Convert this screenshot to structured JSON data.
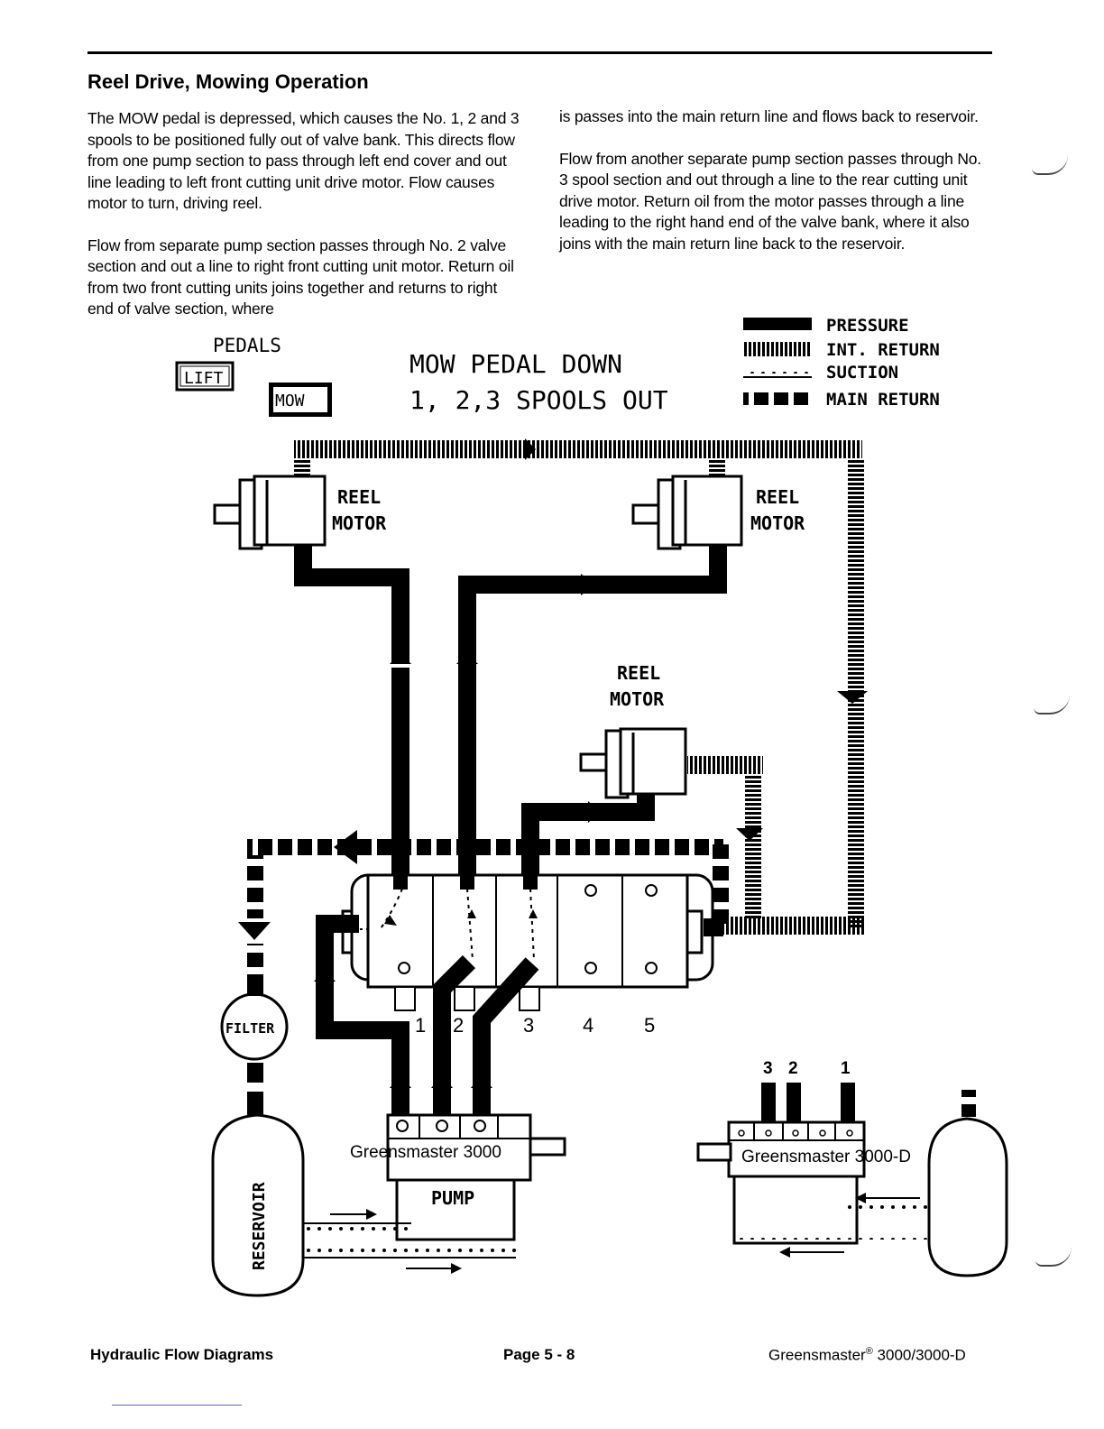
{
  "header": {
    "title": "Reel Drive, Mowing Operation"
  },
  "body": {
    "left_paragraphs": [
      "The MOW pedal is depressed, which causes the No. 1, 2 and 3 spools to be positioned fully out of valve bank. This directs flow from one pump section to pass through left end cover and out line leading to left front cutting unit drive motor. Flow causes motor to turn, driving reel.",
      "Flow from separate pump section passes through No. 2 valve section and out a line to right front cutting unit motor. Return oil from two front cutting units joins together and returns to right end of valve section, where"
    ],
    "right_paragraphs": [
      "is passes into the main return line and flows back to reservoir.",
      "Flow from another separate pump section passes through No. 3 spool section and out through a line to the rear cutting unit drive motor. Return oil from the motor passes through a line leading to the right hand end of the valve bank, where it also joins with the main return line back to the reservoir."
    ]
  },
  "diagram": {
    "pedals_label": "PEDALS",
    "lift_label": "LIFT",
    "mow_label": "MOW",
    "heading_line1": "MOW PEDAL DOWN",
    "heading_line2": "1, 2,3  SPOOLS OUT",
    "legend": [
      {
        "label": "PRESSURE"
      },
      {
        "label": "INT. RETURN"
      },
      {
        "label": "SUCTION"
      },
      {
        "label": "MAIN RETURN"
      }
    ],
    "motor_left_l1": "REEL",
    "motor_left_l2": "MOTOR",
    "motor_right_l1": "REEL",
    "motor_right_l2": "MOTOR",
    "motor_rear_l1": "REEL",
    "motor_rear_l2": "MOTOR",
    "filter_label": "FILTER",
    "reservoir_label": "RESERVOIR",
    "pump_model": "Greensmaster 3000",
    "pump_label": "PUMP",
    "pump_model_d": "Greensmaster 3000-D",
    "spool_numbers": [
      "1",
      "2",
      "3",
      "4",
      "5"
    ],
    "pump_d_numbers": [
      "3",
      "2",
      "1"
    ]
  },
  "footer": {
    "left": "Hydraulic Flow Diagrams",
    "center": "Page 5 - 8",
    "right_brand": "Greensmaster",
    "right_mark": "®",
    "right_model": " 3000/3000-D"
  }
}
